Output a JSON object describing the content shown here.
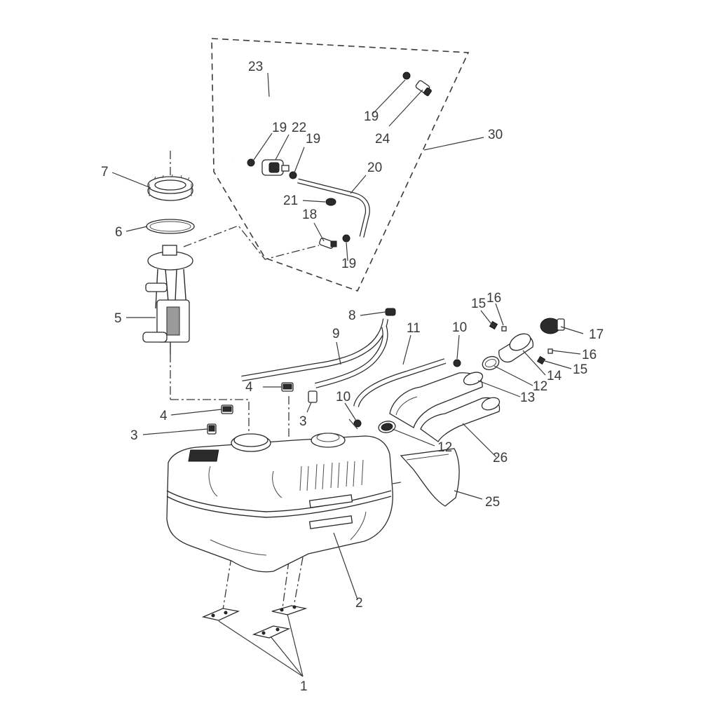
{
  "diagram": {
    "callouts": [
      {
        "id": "c1",
        "text": "1"
      },
      {
        "id": "c2",
        "text": "2"
      },
      {
        "id": "c3a",
        "text": "3"
      },
      {
        "id": "c3b",
        "text": "3"
      },
      {
        "id": "c4a",
        "text": "4"
      },
      {
        "id": "c4b",
        "text": "4"
      },
      {
        "id": "c5",
        "text": "5"
      },
      {
        "id": "c6",
        "text": "6"
      },
      {
        "id": "c7",
        "text": "7"
      },
      {
        "id": "c8",
        "text": "8"
      },
      {
        "id": "c9",
        "text": "9"
      },
      {
        "id": "c10a",
        "text": "10"
      },
      {
        "id": "c10b",
        "text": "10"
      },
      {
        "id": "c11",
        "text": "11"
      },
      {
        "id": "c12a",
        "text": "12"
      },
      {
        "id": "c12b",
        "text": "12"
      },
      {
        "id": "c13",
        "text": "13"
      },
      {
        "id": "c14",
        "text": "14"
      },
      {
        "id": "c15a",
        "text": "15"
      },
      {
        "id": "c15b",
        "text": "15"
      },
      {
        "id": "c16a",
        "text": "16"
      },
      {
        "id": "c16b",
        "text": "16"
      },
      {
        "id": "c17",
        "text": "17"
      },
      {
        "id": "c18",
        "text": "18"
      },
      {
        "id": "c19a",
        "text": "19"
      },
      {
        "id": "c19b",
        "text": "19"
      },
      {
        "id": "c19c",
        "text": "19"
      },
      {
        "id": "c19d",
        "text": "19"
      },
      {
        "id": "c20",
        "text": "20"
      },
      {
        "id": "c21",
        "text": "21"
      },
      {
        "id": "c22",
        "text": "22"
      },
      {
        "id": "c23",
        "text": "23"
      },
      {
        "id": "c24",
        "text": "24"
      },
      {
        "id": "c25",
        "text": "25"
      },
      {
        "id": "c26",
        "text": "26"
      },
      {
        "id": "c30",
        "text": "30"
      }
    ]
  }
}
